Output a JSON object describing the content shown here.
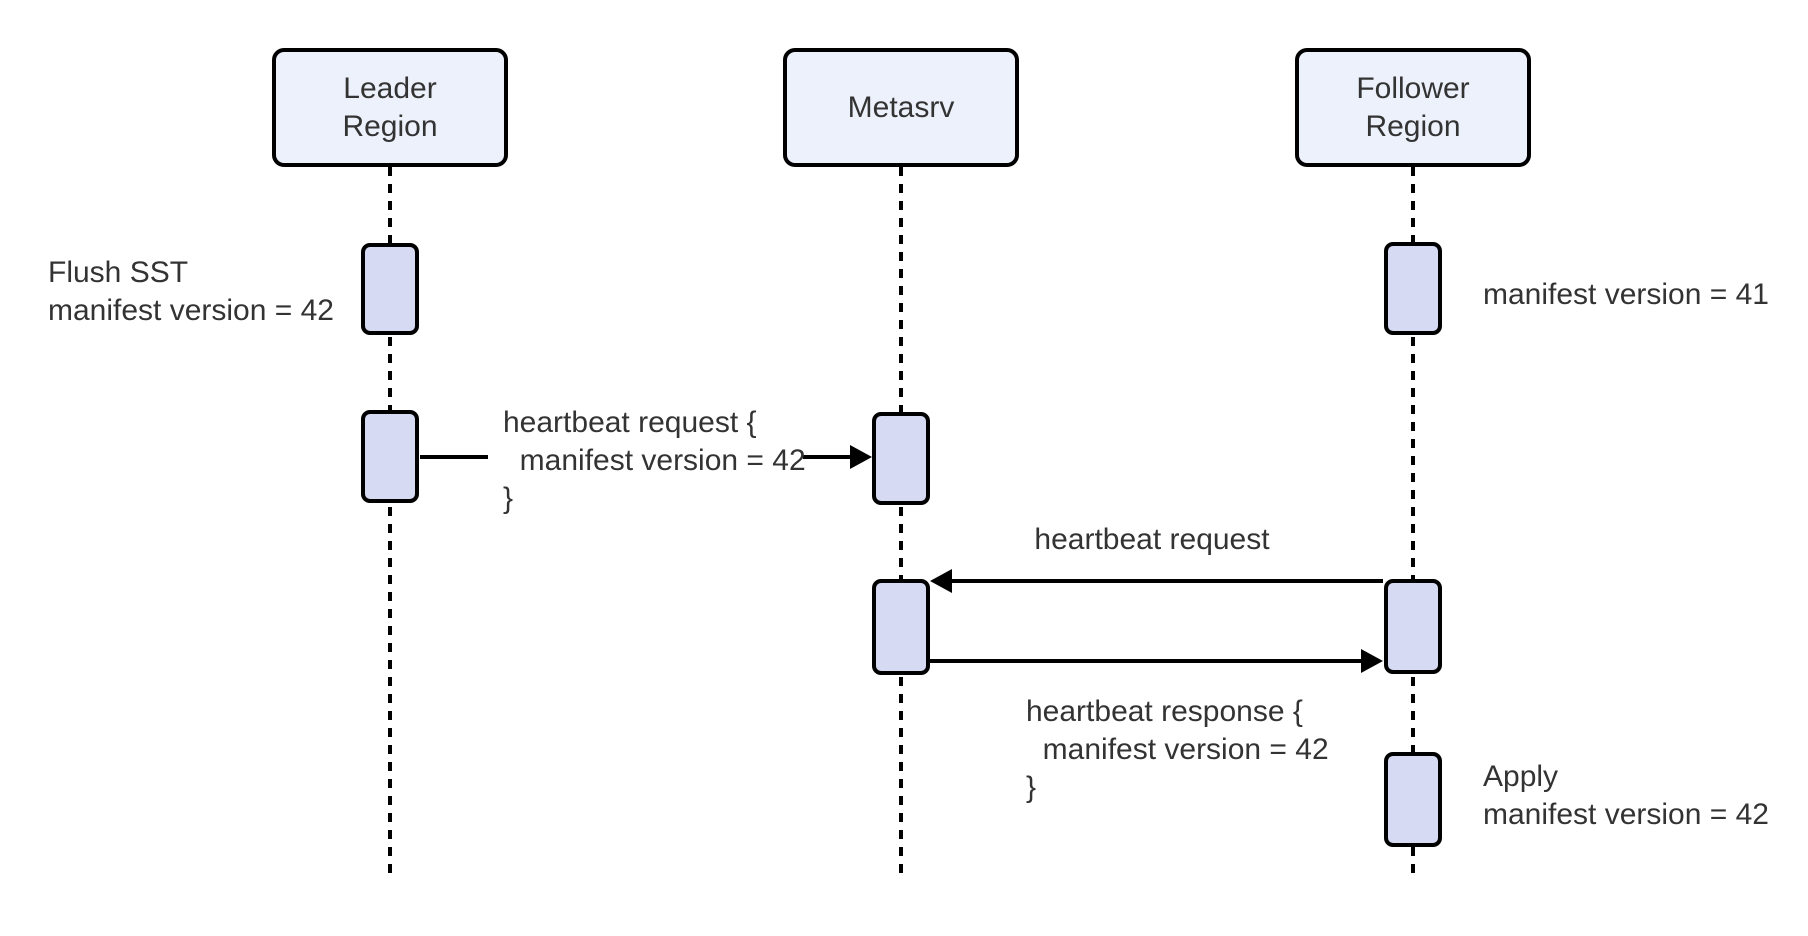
{
  "colors": {
    "background": "#ffffff",
    "actor-fill": "#ECF1FB",
    "activation-fill": "#D6DAF2",
    "stroke": "#000000",
    "text": "#333333"
  },
  "actors": [
    {
      "id": "leader-region",
      "label": "Leader\nRegion"
    },
    {
      "id": "metasrv",
      "label": "Metasrv"
    },
    {
      "id": "follower-region",
      "label": "Follower\nRegion"
    }
  ],
  "notes": [
    {
      "id": "flush-sst",
      "side": "left-of-leader",
      "label": "Flush SST\nmanifest version = 42"
    },
    {
      "id": "follower-version",
      "side": "right-of-follower",
      "label": "manifest version = 41"
    },
    {
      "id": "apply",
      "side": "right-of-follower",
      "label": "Apply\nmanifest version = 42"
    }
  ],
  "messages": [
    {
      "id": "heartbeat-request-leader",
      "from": "Leader Region",
      "to": "Metasrv",
      "label": "heartbeat request {\n  manifest version = 42\n}"
    },
    {
      "id": "heartbeat-request-follower",
      "from": "Follower Region",
      "to": "Metasrv",
      "label": "heartbeat request"
    },
    {
      "id": "heartbeat-response",
      "from": "Metasrv",
      "to": "Follower Region",
      "label": "heartbeat response {\n  manifest version = 42\n}"
    }
  ]
}
